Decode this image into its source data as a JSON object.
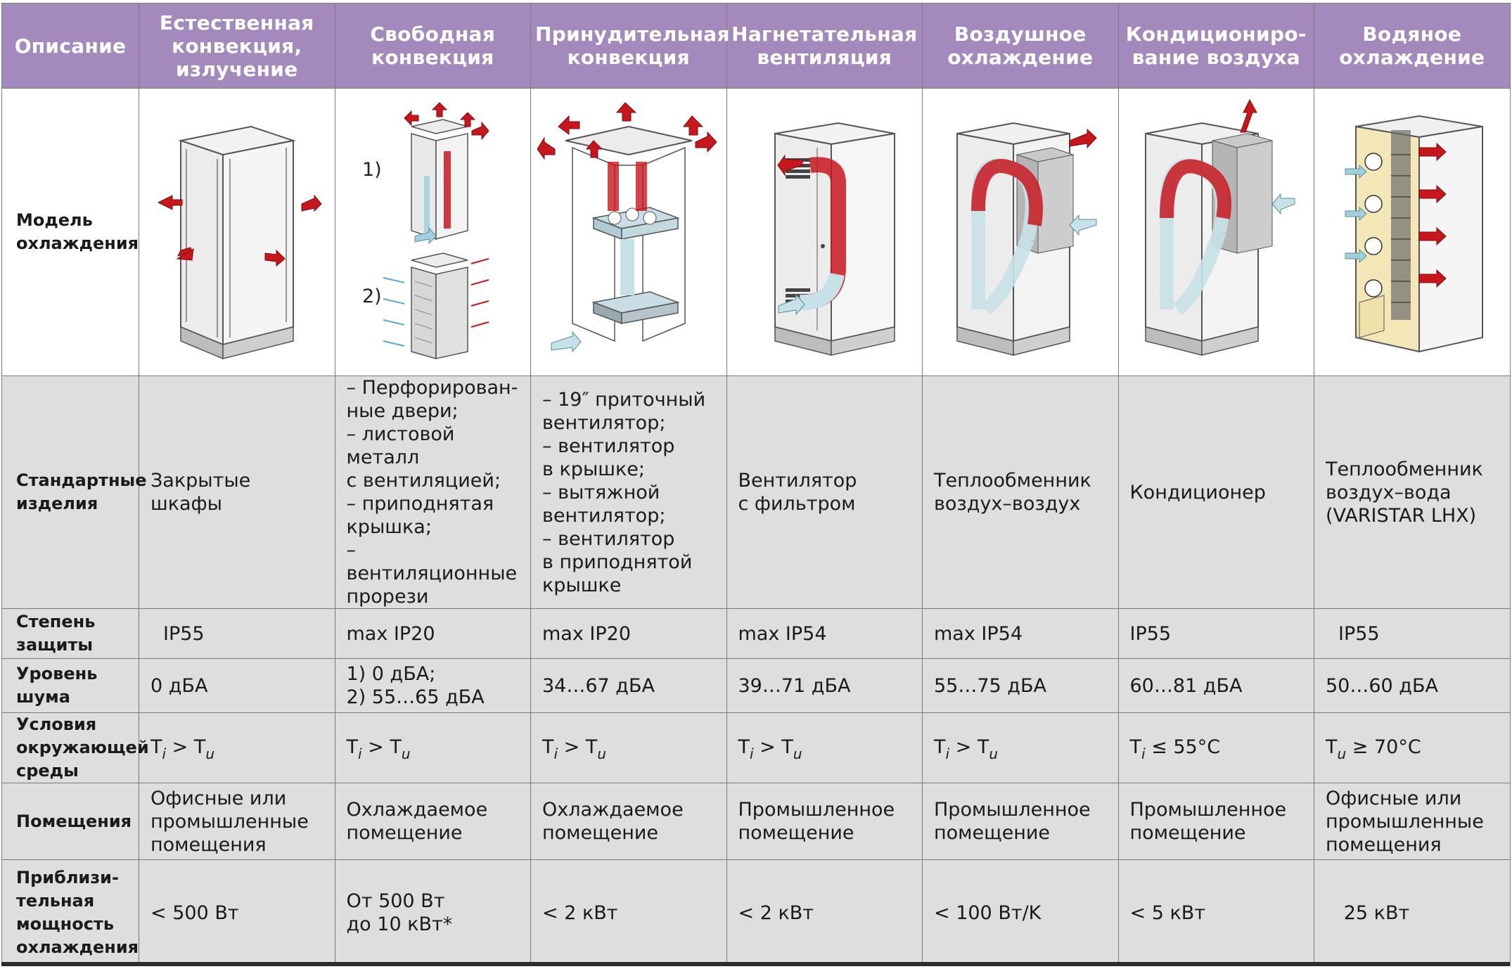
{
  "header": {
    "description": "Описание",
    "columns": [
      "Естественная\nконвекция,\nизлучение",
      "Свободная\nконвекция",
      "Принудительная\nконвекция",
      "Нагнетательная\nвентиляция",
      "Воздушное\nохлаждение",
      "Кондициониро-\nвание воздуха",
      "Водяное\nохлаждение"
    ]
  },
  "rows": {
    "model_label": "Модель\nохлаждения",
    "model_variants": {
      "one": "1)",
      "two": "2)"
    },
    "products_label": "Стандартные\nизделия",
    "products": [
      "Закрытые шкафы",
      "– Перфорирован-\n   ные двери;\n– листовой металл\n   с вентиляцией;\n– приподнятая\n   крышка;\n– вентиляционные\n   прорези",
      "– 19″ приточный\n   вентилятор;\n– вентилятор\n   в крышке;\n– вытяжной\n   вентилятор;\n– вентилятор\n   в приподнятой\n   крышке",
      "Вентилятор\nс фильтром",
      "Теплообменник\nвоздух–воздух",
      "Кондиционер",
      "Теплообменник\nвоздух–вода\n(VARISTAR LHX)"
    ],
    "protection_label": "Степень\nзащиты",
    "protection": [
      "IP55",
      "max IP20",
      "max IP20",
      "max IP54",
      "max IP54",
      "IP55",
      "IP55"
    ],
    "noise_label": "Уровень\nшума",
    "noise": [
      "0 дБА",
      "1) 0 дБА;\n2) 55…65 дБА",
      "34…67 дБА",
      "39…71 дБА",
      "55…75 дБА",
      "60…81 дБА",
      "50…60 дБА"
    ],
    "env_label": "Условия\nокружающей\nсреды",
    "env": [
      {
        "a": "T",
        "as": "i",
        "op": " > T",
        "bs": "u"
      },
      {
        "a": "T",
        "as": "i",
        "op": " > T",
        "bs": "u"
      },
      {
        "a": "T",
        "as": "i",
        "op": " > T",
        "bs": "u"
      },
      {
        "a": "T",
        "as": "i",
        "op": " > T",
        "bs": "u"
      },
      {
        "a": "T",
        "as": "i",
        "op": " > T",
        "bs": "u"
      },
      {
        "a": "T",
        "as": "i",
        "op": " ≤ 55°C",
        "bs": ""
      },
      {
        "a": "T",
        "as": "u",
        "op": " ≥  70°C",
        "bs": ""
      }
    ],
    "rooms_label": "Помещения",
    "rooms": [
      "Офисные или\nпромышленные\nпомещения",
      "Охлаждаемое\nпомещение",
      "Охлаждаемое\nпомещение",
      "Промышленное\nпомещение",
      "Промышленное\nпомещение",
      "Промышленное\nпомещение",
      "Офисные или\nпромышленные\nпомещения"
    ],
    "power_label": "Приблизи-\nтельная\nмощность\nохлаждения",
    "power": [
      "< 500 Вт",
      "От 500 Вт\nдо 10 кВт*",
      "< 2 кВт",
      "< 2 кВт",
      "< 100 Вт/K",
      "< 5 кВт",
      "   25 кВт"
    ]
  },
  "colors": {
    "header_bg": "#a389bc",
    "shade_bg": "#dedede",
    "arrow_hot": "#c8161d",
    "arrow_cold": "#9fd0dc",
    "water_panel": "#f3e7b8"
  }
}
